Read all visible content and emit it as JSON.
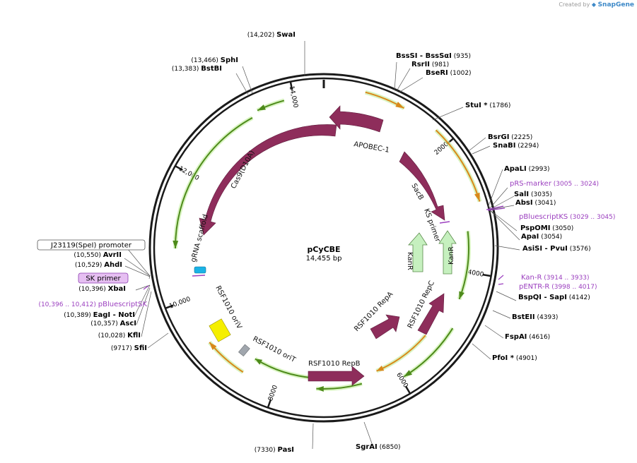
{
  "credit": {
    "prefix": "Created by",
    "brand": "SnapGene"
  },
  "plasmid": {
    "name": "pCyCBE",
    "size": "14,455 bp",
    "length": 14455
  },
  "ticks": [
    {
      "pos": 2000,
      "label": "2000"
    },
    {
      "pos": 4000,
      "label": "4000"
    },
    {
      "pos": 6000,
      "label": "6000"
    },
    {
      "pos": 8000,
      "label": "8000"
    },
    {
      "pos": 10000,
      "label": "10,000"
    },
    {
      "pos": 12000,
      "label": "12,000"
    },
    {
      "pos": 14000,
      "label": "14,000"
    }
  ],
  "enzymes": [
    {
      "site": "SwaI",
      "pos": "(14,202)",
      "side": "left"
    },
    {
      "site": "SphI",
      "pos": "(13,466)",
      "side": "left"
    },
    {
      "site": "BstBI",
      "pos": "(13,383)",
      "side": "left"
    },
    {
      "site": "BssSI",
      "extra": "- BssSαI",
      "pos": "(935)",
      "side": "right"
    },
    {
      "site": "RsrII",
      "pos": "(981)",
      "side": "right"
    },
    {
      "site": "BseRI",
      "pos": "(1002)",
      "side": "right"
    },
    {
      "site": "StuI *",
      "pos": "(1786)",
      "side": "right"
    },
    {
      "site": "BsrGI",
      "pos": "(2225)",
      "side": "right"
    },
    {
      "site": "SnaBI",
      "pos": "(2294)",
      "side": "right"
    },
    {
      "site": "ApaLI",
      "pos": "(2993)",
      "side": "right"
    },
    {
      "site": "SalI",
      "pos": "(3035)",
      "side": "right"
    },
    {
      "site": "AbsI",
      "pos": "(3041)",
      "side": "right"
    },
    {
      "site": "PspOMI",
      "pos": "(3050)",
      "side": "right"
    },
    {
      "site": "ApaI",
      "pos": "(3054)",
      "side": "right"
    },
    {
      "site": "AsiSI",
      "extra": "- PvuI",
      "pos": "(3576)",
      "side": "right"
    },
    {
      "site": "BspQI",
      "extra": "- SapI",
      "pos": "(4142)",
      "side": "right"
    },
    {
      "site": "BstEII",
      "pos": "(4393)",
      "side": "right"
    },
    {
      "site": "FspAI",
      "pos": "(4616)",
      "side": "right"
    },
    {
      "site": "PfoI *",
      "pos": "(4901)",
      "side": "right"
    },
    {
      "site": "SgrAI",
      "pos": "(6850)",
      "side": "right"
    },
    {
      "site": "PasI",
      "pos": "(7330)",
      "side": "left"
    },
    {
      "site": "SfiI",
      "pos": "(9717)",
      "side": "left"
    },
    {
      "site": "KflI",
      "pos": "(10,028)",
      "side": "left"
    },
    {
      "site": "AscI",
      "pos": "(10,357)",
      "side": "left"
    },
    {
      "site": "EagI",
      "extra": "- NotI",
      "pos": "(10,389)",
      "side": "left"
    },
    {
      "site": "XbaI",
      "pos": "(10,396)",
      "side": "left"
    },
    {
      "site": "AhdI",
      "pos": "(10,529)",
      "side": "left"
    },
    {
      "site": "AvrII",
      "pos": "(10,550)",
      "side": "left"
    }
  ],
  "primers": [
    {
      "name": "pRS-marker",
      "range": "(3005 .. 3024)"
    },
    {
      "name": "pBluescriptKS",
      "range": "(3029 .. 3045)"
    },
    {
      "name": "Kan-R",
      "range": "(3914 .. 3933)"
    },
    {
      "name": "pENTR-R",
      "range": "(3998 .. 4017)"
    },
    {
      "name": "pBluescriptSK",
      "range": "(10,396 .. 10,412)"
    }
  ],
  "boxed_labels": [
    {
      "text": "J23119(SpeI) promoter",
      "fill": "#ffffff",
      "stroke": "#555555",
      "color": "#000000"
    },
    {
      "text": "SK primer",
      "fill": "#e6bff2",
      "stroke": "#8b3cb0",
      "color": "#000000"
    }
  ],
  "features": [
    {
      "label": "APOBEC-1",
      "color": "#8e2d5b"
    },
    {
      "label": "Cas9(D10A)",
      "color": "#8e2d5b"
    },
    {
      "label": "SacB",
      "color": "#8e2d5b"
    },
    {
      "label": "KS primer",
      "color": "#9b3fbf"
    },
    {
      "label": "KanR",
      "color": "#c6f0bf"
    },
    {
      "label": "KanR",
      "color": "#c6f0bf"
    },
    {
      "label": "gRNA scaffold",
      "color": "#1ab3e6"
    },
    {
      "label": "RSF1010 oriV",
      "color": "#f5ef00"
    },
    {
      "label": "RSF1010 oriT",
      "color": "#a0a6ad"
    },
    {
      "label": "RSF1010 RepB",
      "color": "#8e2d5b"
    },
    {
      "label": "RSF1010 RepA",
      "color": "#8e2d5b"
    },
    {
      "label": "RSF1010 RepC",
      "color": "#8e2d5b"
    }
  ],
  "colors": {
    "cds": "#8e2d5b",
    "orf_green": "#4d8a1a",
    "orf_orange": "#d9881a",
    "primer": "#9b3fbf",
    "backbone": "#1a1a1a"
  }
}
